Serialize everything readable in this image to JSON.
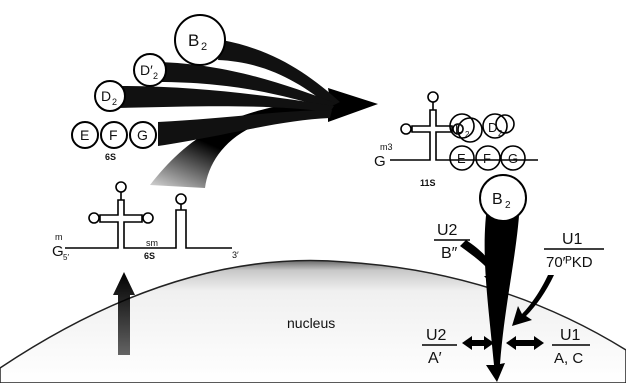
{
  "proteins": {
    "b2_top": "B",
    "b2_top_sub": "2",
    "d2_prime": "D′",
    "d2_prime_sub": "2",
    "d2": "D",
    "d2_sub": "2",
    "e": "E",
    "f": "F",
    "g": "G"
  },
  "labels": {
    "six_s_top": "6S",
    "six_s_rna": "6S",
    "eleven_s": "11S",
    "nucleus": "nucleus",
    "cap_left_m": "m",
    "cap_left_g": "G",
    "cap_left_5": "5′",
    "sm": "sm",
    "three_prime": "3′",
    "cap_right_m3": "m3",
    "cap_right_g": "G"
  },
  "complex_11s": {
    "d2_a": "D",
    "d2_a_sub": "2",
    "d2_b": "D",
    "d2_b_sub": "2",
    "e": "E",
    "f": "F",
    "g": "G",
    "b2": "B",
    "b2_sub": "2"
  },
  "snrnp": {
    "u2_top": "U2",
    "b_double_prime": "B″",
    "u1_top": "U1",
    "kd70": "70′ᴾKD",
    "u2_bottom": "U2",
    "a_prime": "A′",
    "u1_bottom": "U1",
    "ac": "A, C"
  }
}
